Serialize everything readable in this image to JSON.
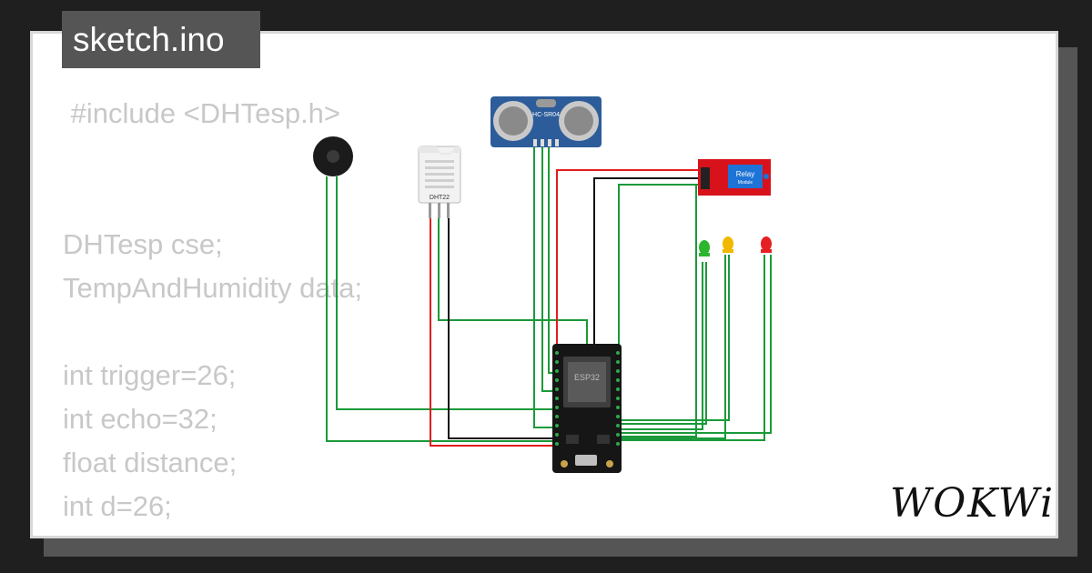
{
  "tab": {
    "label": "sketch.ino"
  },
  "code": {
    "lines": [
      " #include <DHTesp.h>",
      "DHTesp cse;",
      "TempAndHumidity data;",
      "int trigger=26;",
      "int echo=32;",
      "float distance;",
      "int d=26;"
    ]
  },
  "components": {
    "ultrasonic_label": "HC-SR04",
    "dht_label": "DHT22",
    "esp_label": "ESP32",
    "relay_label": "Relay",
    "relay_sublabel": "Module"
  },
  "brand": {
    "logo_text": "WOKWi"
  },
  "colors": {
    "wire_green": "#1a9a3a",
    "wire_red": "#e31c1c",
    "wire_black": "#111111",
    "led_green": "#2db52d",
    "led_yellow": "#f2b800",
    "led_red": "#e52020",
    "relay_board": "#d8121b"
  }
}
